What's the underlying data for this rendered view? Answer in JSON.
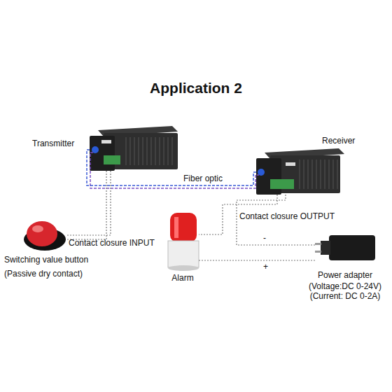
{
  "diagram": {
    "title": "Application 2",
    "nodes": [
      {
        "text": [
          "Transmitter"
        ]
      },
      {
        "text": [
          "Receiver"
        ]
      },
      {
        "text": [
          "Switching value button",
          "(Passive dry contact)"
        ]
      },
      {
        "text": [
          "Alarm"
        ]
      },
      {
        "text": [
          "Power adapter",
          "(Voltage:DC 0-24V)",
          "(Current: DC 0-2A)"
        ]
      }
    ],
    "edges": [
      {
        "from": 0,
        "to": 1,
        "label": "Fiber optic",
        "arrow": "none"
      },
      {
        "from": 2,
        "to": 0,
        "label": "Contact closure INPUT",
        "arrow": "none"
      },
      {
        "from": 1,
        "to": 3,
        "label": "Contact closure OUTPUT",
        "arrow": "none"
      },
      {
        "from": 1,
        "to": 4,
        "label": "-",
        "arrow": "none"
      },
      {
        "from": 3,
        "to": 4,
        "label": "+",
        "arrow": "none"
      }
    ]
  }
}
